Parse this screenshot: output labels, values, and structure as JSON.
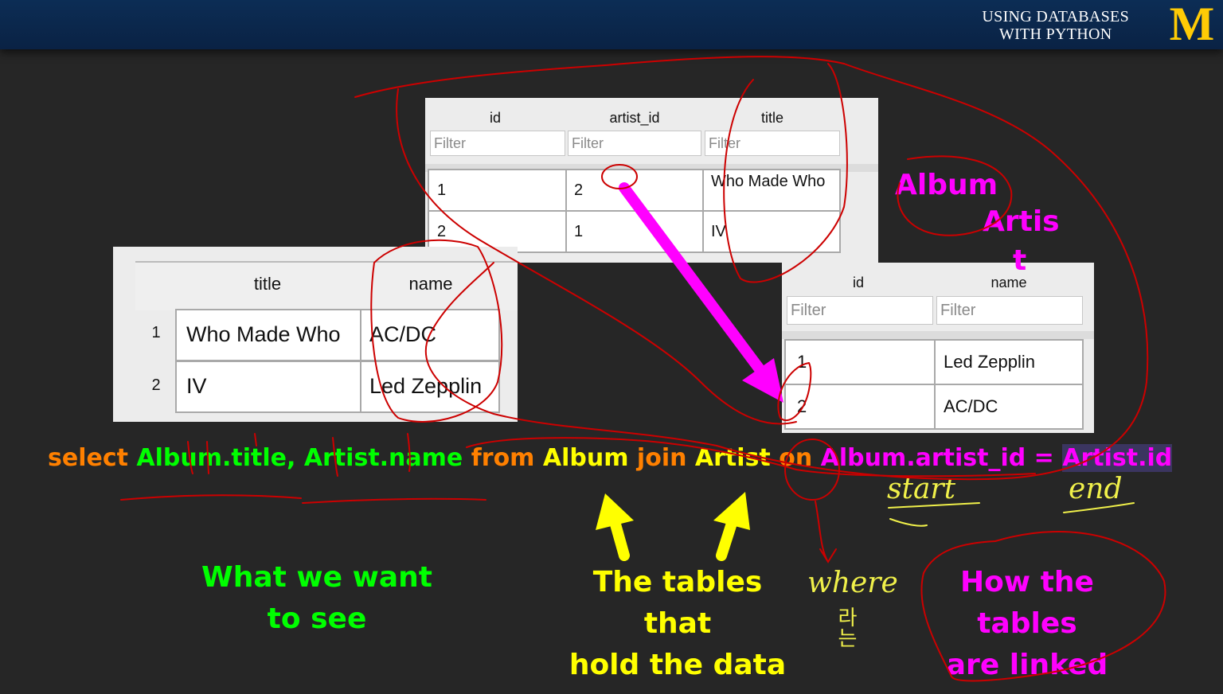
{
  "header": {
    "course_line1": "USING DATABASES",
    "course_line2": "WITH PYTHON",
    "logo": "M",
    "colors": {
      "bar": "#0c2d55",
      "logo": "#ffcb05"
    }
  },
  "album_table": {
    "columns": [
      "id",
      "artist_id",
      "title"
    ],
    "filter_placeholder": "Filter",
    "rows": [
      {
        "id": "1",
        "artist_id": "2",
        "title": "Who Made Who"
      },
      {
        "id": "2",
        "artist_id": "1",
        "title": "IV"
      }
    ]
  },
  "result_table": {
    "columns": [
      "title",
      "name"
    ],
    "rows": [
      {
        "num": "1",
        "title": "Who Made Who",
        "name": "AC/DC"
      },
      {
        "num": "2",
        "title": "IV",
        "name": "Led Zepplin"
      }
    ]
  },
  "artist_table": {
    "columns": [
      "id",
      "name"
    ],
    "filter_placeholder": "Filter",
    "rows": [
      {
        "id": "1",
        "name": "Led Zepplin"
      },
      {
        "id": "2",
        "name": "AC/DC"
      }
    ]
  },
  "side_labels": {
    "album": "Album",
    "artist_part1": "Artis",
    "artist_part2": "t"
  },
  "sql": {
    "select_kw": "select ",
    "columns": "Album.title, Artist.name",
    "from_kw": " from ",
    "table1": "Album",
    "join_kw": " join ",
    "table2": "Artist",
    "on_kw": " on ",
    "cond_left": "Album.artist_id",
    "eq": " = ",
    "cond_right": "Artist.id"
  },
  "labels": {
    "want_line1": "What we want",
    "want_line2": "to see",
    "tables_line1": "The tables that",
    "tables_line2": "hold the data",
    "linked_line1": "How the tables",
    "linked_line2": "are linked"
  },
  "handwriting": {
    "start": "start",
    "end": "end",
    "where": "where",
    "korean": "라는"
  },
  "colors": {
    "orange": "#ff8000",
    "green": "#00ff00",
    "yellow": "#ffff00",
    "magenta": "#ff00ff",
    "ink_red": "#cc0000",
    "arrow_magenta": "#ff00ff"
  }
}
